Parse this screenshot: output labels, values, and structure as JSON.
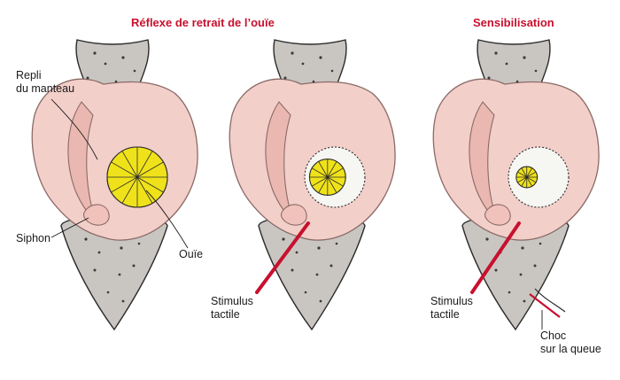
{
  "colors": {
    "title": "#c8102e",
    "mantle": "#f3cfca",
    "mantle_edge": "#8a6a66",
    "body": "#c9c6c2",
    "gill": "#efe21a",
    "gill_contracted": "#f6f6f2",
    "stimulus": "#c8102e",
    "outline": "#2b2b2b"
  },
  "titles": {
    "habituation": "Réflexe de retrait de l’ouïe",
    "sensitization": "Sensibilisation"
  },
  "labels": {
    "mantle_fold": [
      "Repli",
      "du manteau"
    ],
    "siphon": "Siphon",
    "gill": "Ouïe",
    "stimulus_1": [
      "Stimulus",
      "tactile"
    ],
    "stimulus_2": [
      "Stimulus",
      "tactile"
    ],
    "tail_shock": [
      "Choc",
      "sur la queue"
    ]
  },
  "gill_extension": [
    1.0,
    0.6,
    0.35
  ]
}
